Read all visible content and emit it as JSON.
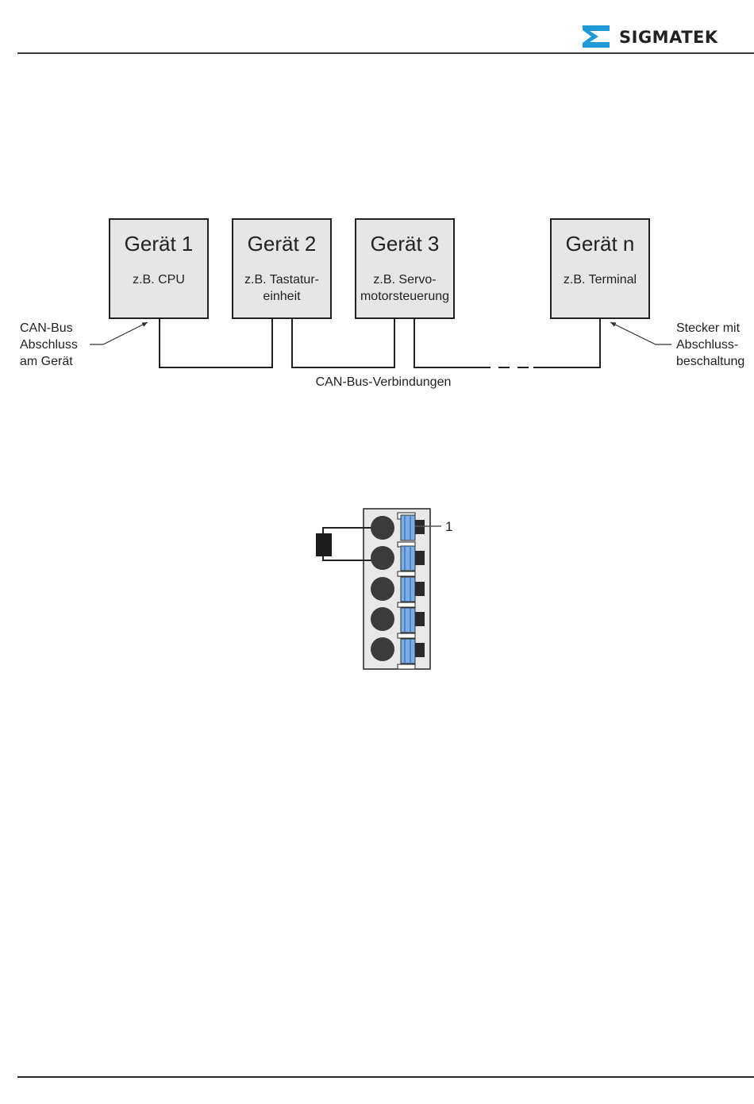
{
  "header": {
    "brand": "SIGMATEK",
    "brand_color": "#1e9ad6"
  },
  "bus_diagram": {
    "devices": [
      {
        "title": "Gerät 1",
        "lines": [
          "z.B. CPU"
        ]
      },
      {
        "title": "Gerät 2",
        "lines": [
          "z.B. Tastatur-",
          "einheit"
        ]
      },
      {
        "title": "Gerät 3",
        "lines": [
          "z.B. Servo-",
          "motorsteuerung"
        ]
      },
      {
        "title": "Gerät n",
        "lines": [
          "z.B. Terminal"
        ]
      }
    ],
    "left_callout": [
      "CAN-Bus",
      "Abschluss",
      "am Gerät"
    ],
    "right_callout": [
      "Stecker mit",
      "Abschluss-",
      "beschaltung"
    ],
    "bus_label": "CAN-Bus-Verbindungen",
    "box_fill": "#e6e6e6"
  },
  "connector": {
    "callout_label": "1",
    "terminal_count": 5,
    "spring_color": "#7aaee6"
  }
}
